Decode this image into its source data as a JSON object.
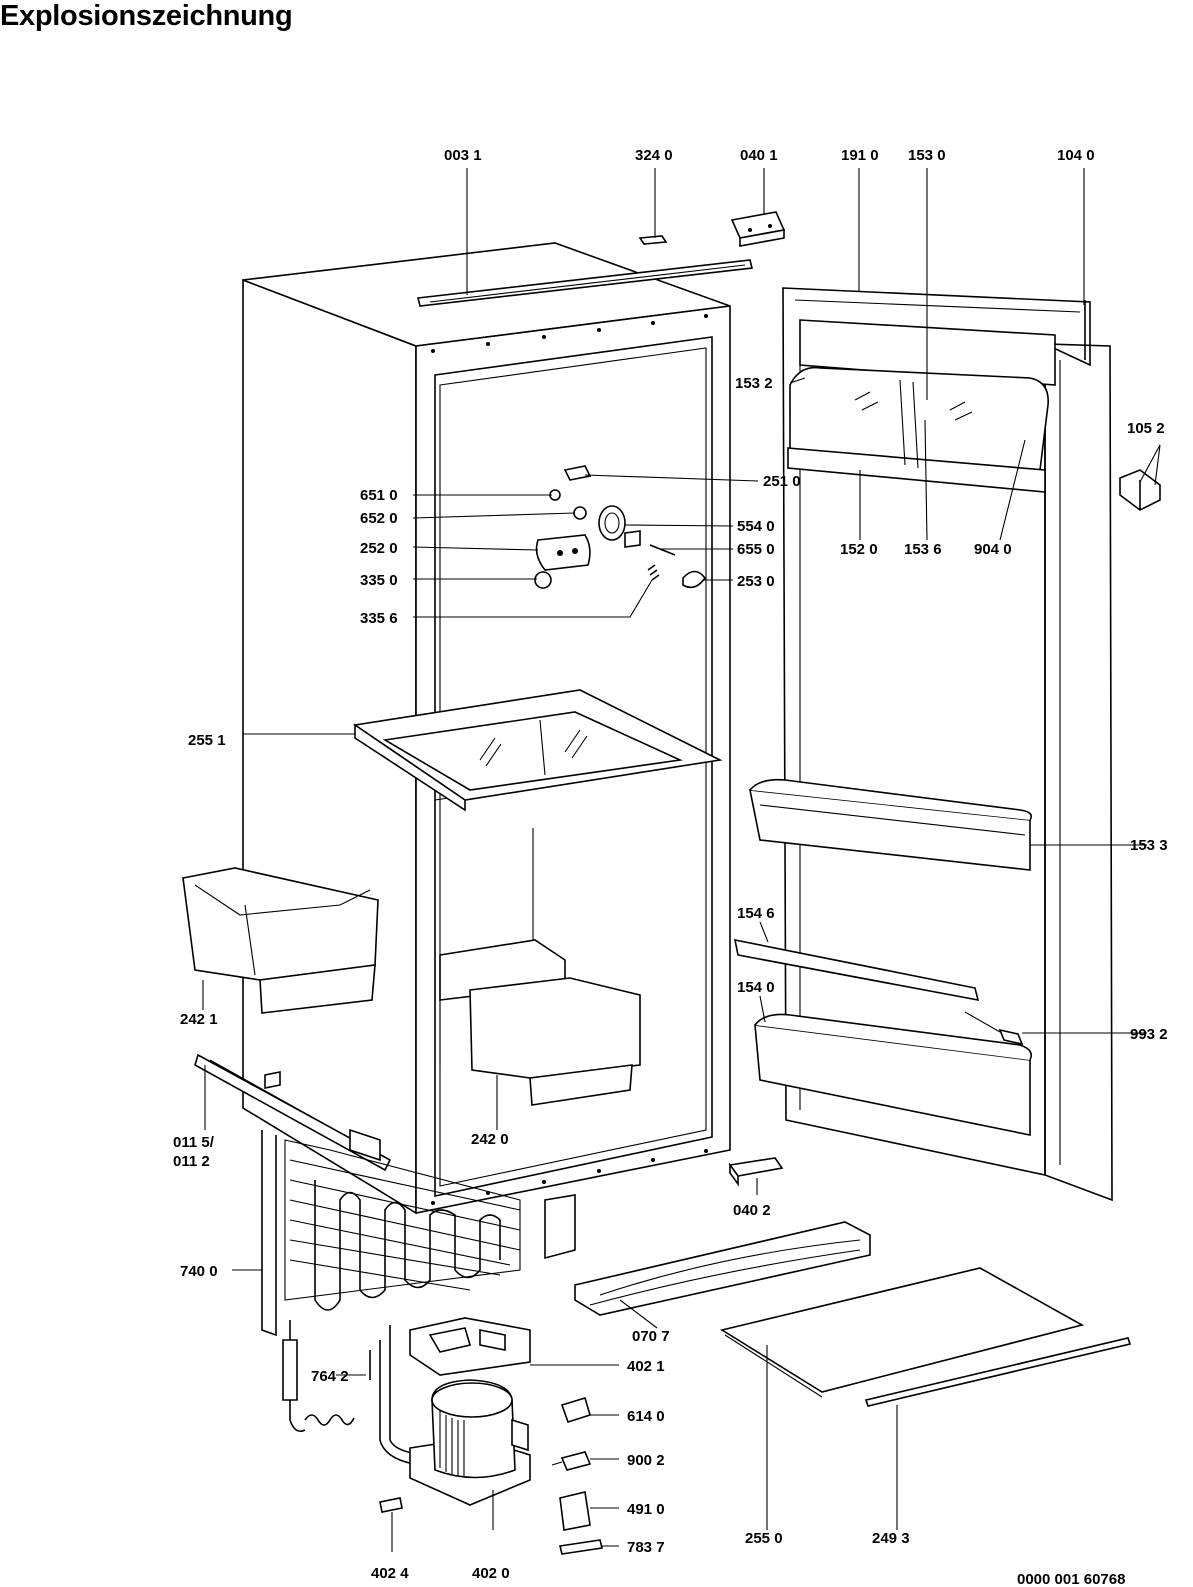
{
  "title": "Explosionszeichnung",
  "document_number": "0000 001 60768",
  "labels": {
    "l0031": "003 1",
    "l3240": "324 0",
    "l0401": "040 1",
    "l1910": "191 0",
    "l1530": "153 0",
    "l1040": "104 0",
    "l1532": "153 2",
    "l1052": "105 2",
    "l6510": "651 0",
    "l2510": "251 0",
    "l6520": "652 0",
    "l5540": "554 0",
    "l2520": "252 0",
    "l6550": "655 0",
    "l1520": "152 0",
    "l1536": "153 6",
    "l9040": "904 0",
    "l3350": "335 0",
    "l2530": "253 0",
    "l3356": "335 6",
    "l2551": "255 1",
    "l1533": "153 3",
    "l1546": "154 6",
    "l2421": "242 1",
    "l1540": "154 0",
    "l9932": "993 2",
    "l0115": "011 5/",
    "l0112": "011 2",
    "l2420": "242 0",
    "l0402": "040 2",
    "l7400": "740 0",
    "l0707": "070 7",
    "l4021": "402 1",
    "l7642": "764 2",
    "l6140": "614 0",
    "l9002": "900 2",
    "l4910": "491 0",
    "l2550": "255 0",
    "l2493": "249 3",
    "l4024": "402 4",
    "l4020": "402 0",
    "l7837": "783 7"
  }
}
